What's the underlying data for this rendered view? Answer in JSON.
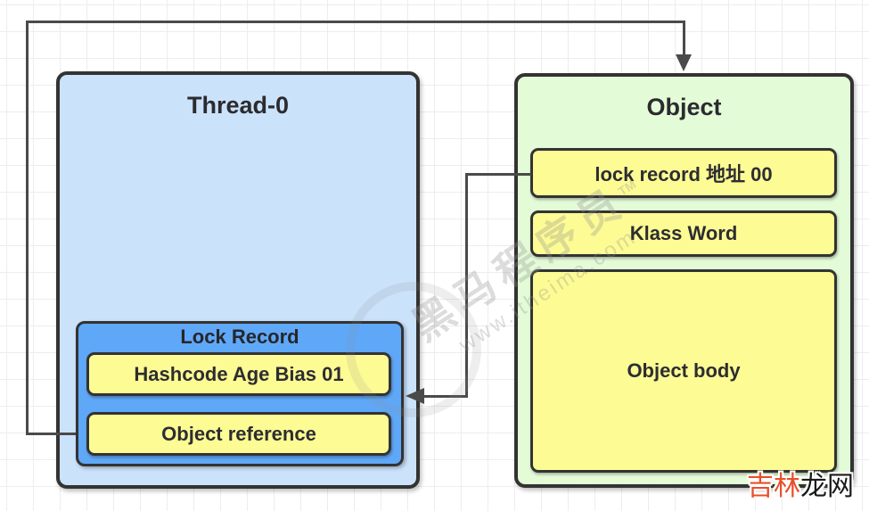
{
  "diagram": {
    "thread": {
      "title": "Thread-0",
      "lock_record": {
        "title": "Lock Record",
        "slots": [
          "Hashcode Age Bias 01",
          "Object reference"
        ]
      }
    },
    "object": {
      "title": "Object",
      "slots": [
        "lock record 地址 00",
        "Klass Word",
        "Object body"
      ]
    },
    "watermark": {
      "brand": "黑马程序员",
      "tm": "TM",
      "url": "www.itheima.com"
    },
    "badge": {
      "highlight": "吉林",
      "rest": "龙网"
    },
    "colors": {
      "thread_fill": "#cbe2fb",
      "lock_record_fill": "#5fa8f8",
      "slot_fill": "#fdfb94",
      "object_fill": "#e4fbd8",
      "box_border": "#333333",
      "connector": "#4a4a4a",
      "badge_highlight": "#e8502a"
    }
  }
}
